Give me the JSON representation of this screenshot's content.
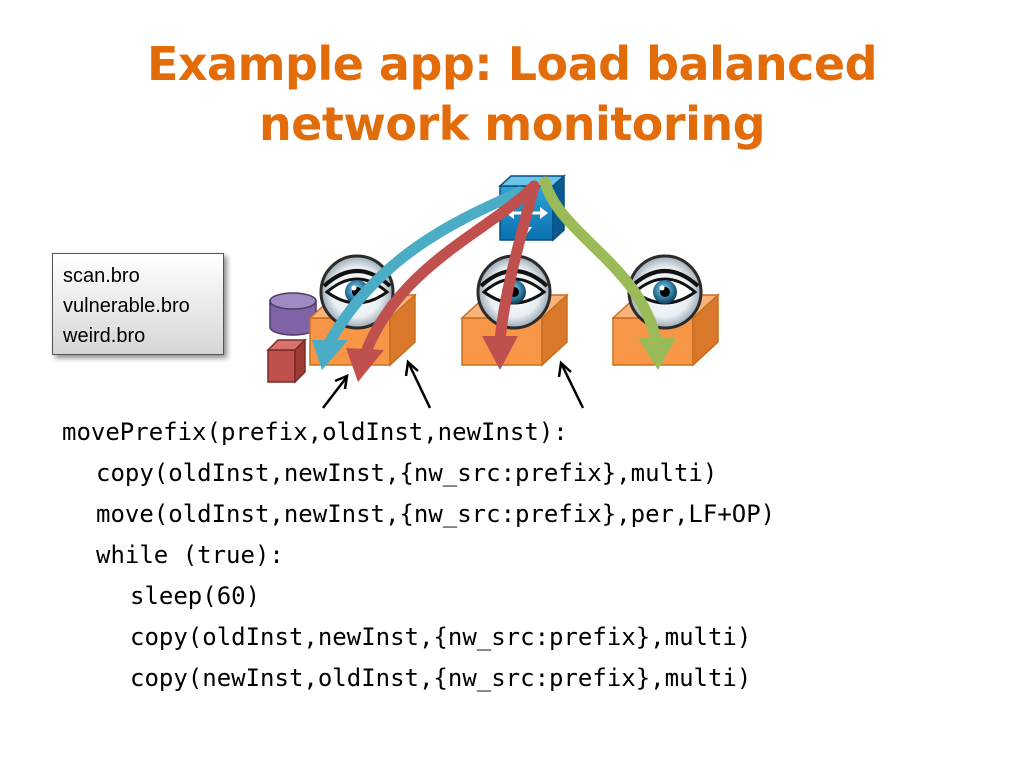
{
  "slide": {
    "title_lines": [
      "Example app: Load balanced",
      "network monitoring"
    ],
    "title_color": "#e36c0a"
  },
  "policy_files": [
    "scan.bro",
    "vulnerable.bro",
    "weird.bro"
  ],
  "diagram": {
    "switch_icon": "network-switch-icon",
    "monitor_icon": "bro-eye-icon",
    "instance_count": 3,
    "flow_colors": {
      "blue": "#4bacc6",
      "red": "#c0504d",
      "green": "#9bbb59"
    },
    "instance_color": "#f79646",
    "state_icons": [
      "database-icon",
      "cube-icon"
    ]
  },
  "code": {
    "lines": [
      {
        "indent": 0,
        "text": "movePrefix(prefix,oldInst,newInst):"
      },
      {
        "indent": 1,
        "text": "copy(oldInst,newInst,{nw_src:prefix},multi)"
      },
      {
        "indent": 1,
        "text": "move(oldInst,newInst,{nw_src:prefix},per,LF+OP)"
      },
      {
        "indent": 1,
        "text": "while (true):"
      },
      {
        "indent": 2,
        "text": "sleep(60)"
      },
      {
        "indent": 2,
        "text": "copy(oldInst,newInst,{nw_src:prefix},multi)"
      },
      {
        "indent": 2,
        "text": "copy(newInst,oldInst,{nw_src:prefix},multi)"
      }
    ]
  }
}
